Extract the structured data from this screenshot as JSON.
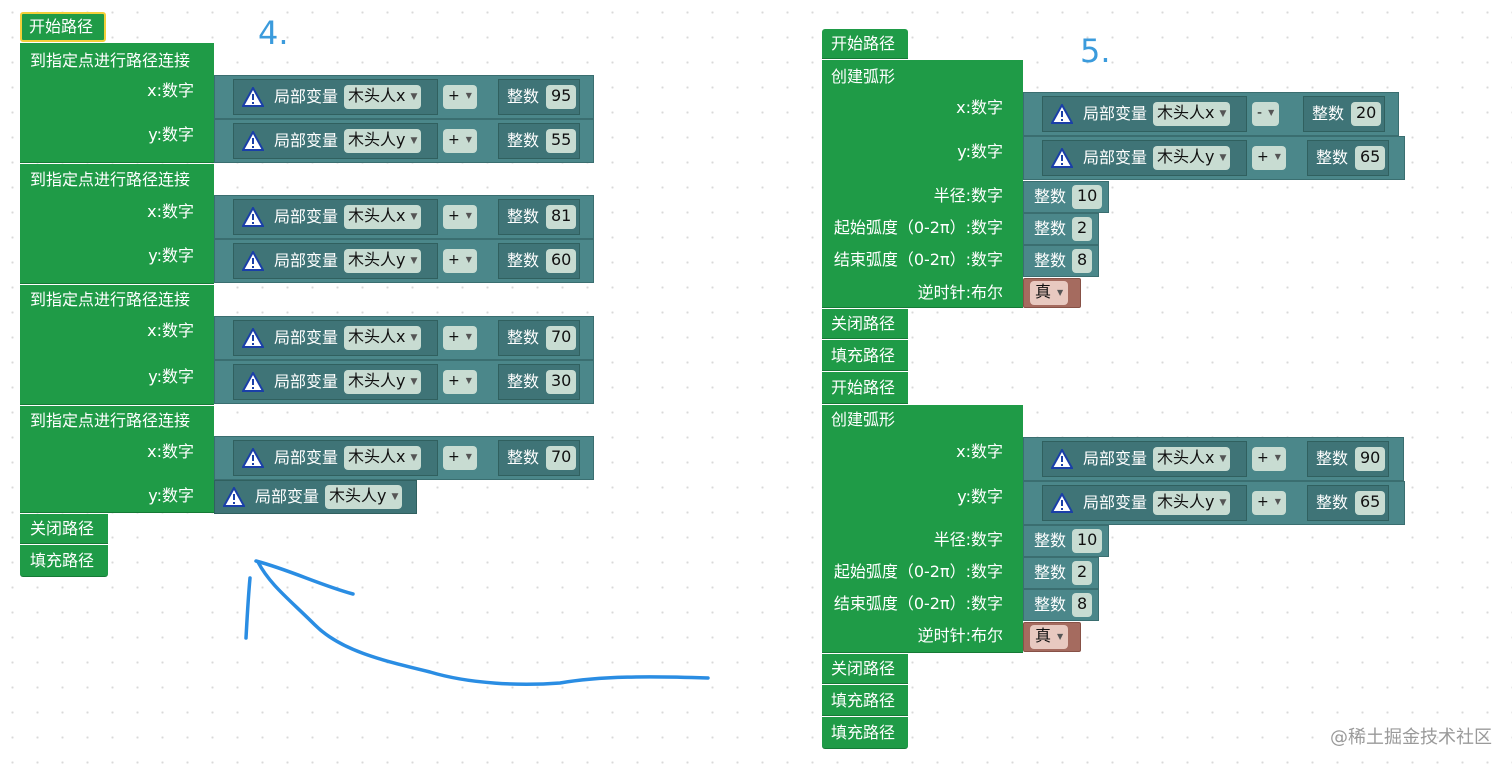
{
  "annotations": {
    "step4": "4.",
    "step5": "5."
  },
  "watermark": "@稀土掘金技术社区",
  "common": {
    "local_var_label": "局部变量",
    "integer_label": "整数",
    "x_label": "x:数字",
    "y_label": "y:数字",
    "radius_label": "半径:数字",
    "start_angle_label": "起始弧度（0-2π）:数字",
    "end_angle_label": "结束弧度（0-2π）:数字",
    "ccw_label": "逆时针:布尔",
    "warning_icon": "warning-triangle-icon"
  },
  "left_script": {
    "begin_path": "开始路径",
    "line_to": "到指定点进行路径连接",
    "close_path": "关闭路径",
    "fill_path": "填充路径",
    "points": [
      {
        "x": {
          "var": "木头人x",
          "op": "+",
          "value": "95"
        },
        "y": {
          "var": "木头人y",
          "op": "+",
          "value": "55"
        }
      },
      {
        "x": {
          "var": "木头人x",
          "op": "+",
          "value": "81"
        },
        "y": {
          "var": "木头人y",
          "op": "+",
          "value": "60"
        }
      },
      {
        "x": {
          "var": "木头人x",
          "op": "+",
          "value": "70"
        },
        "y": {
          "var": "木头人y",
          "op": "+",
          "value": "30"
        }
      },
      {
        "x": {
          "var": "木头人x",
          "op": "+",
          "value": "70"
        },
        "y": {
          "var": "木头人y"
        }
      }
    ]
  },
  "right_script": {
    "begin_path": "开始路径",
    "create_arc": "创建弧形",
    "close_path": "关闭路径",
    "fill_path": "填充路径",
    "arcs": [
      {
        "x": {
          "var": "木头人x",
          "op": "-",
          "value": "20"
        },
        "y": {
          "var": "木头人y",
          "op": "+",
          "value": "65"
        },
        "radius": "10",
        "start": "2",
        "end": "8",
        "ccw": "真"
      },
      {
        "x": {
          "var": "木头人x",
          "op": "+",
          "value": "90"
        },
        "y": {
          "var": "木头人y",
          "op": "+",
          "value": "65"
        },
        "radius": "10",
        "start": "2",
        "end": "8",
        "ccw": "真"
      }
    ]
  },
  "colors": {
    "statement_block": "#1f9b47",
    "math_block": "#4b878a",
    "variable_block": "#3f7477",
    "boolean_block": "#a56b5f",
    "highlight": "#f2d03a",
    "annotation": "#3b9bdc"
  }
}
